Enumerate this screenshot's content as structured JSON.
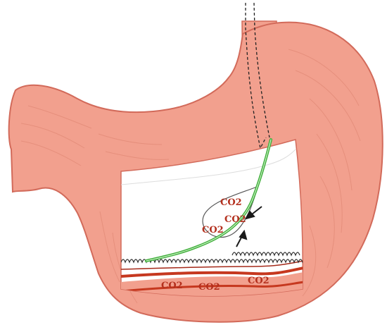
{
  "colors": {
    "stomach_fill": "#f2a08e",
    "stomach_outline": "#d26a5a",
    "stomach_texture": "#e38b78",
    "cutaway_fill": "#ffffff",
    "mucosa_red": "#c6381f",
    "tube_green": "#3fae3a",
    "label_red": "#b4301e",
    "arrow": "#1a1a1a"
  },
  "labels": {
    "co2_1": "CO2",
    "co2_2": "CO2",
    "co2_3": "CO2",
    "co2_4": "CO2",
    "co2_5": "CO2",
    "co2_6": "CO2"
  },
  "icons": {
    "arrow_1": "arrow-icon",
    "arrow_2": "arrow-icon"
  }
}
